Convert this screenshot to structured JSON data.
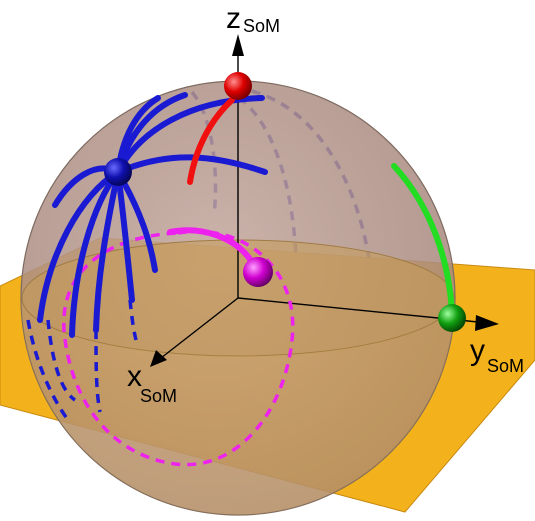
{
  "axes": {
    "z": {
      "main": "z",
      "sub": "SoM"
    },
    "y": {
      "main": "y",
      "sub": "SoM"
    },
    "x": {
      "main": "x",
      "sub": "SoM"
    }
  },
  "colors": {
    "sphere": "#b2948a",
    "sphere_edge": "#7d6a60",
    "plane": "#f3b21c",
    "plane_edge": "#c88a10",
    "family_blue": "#1a1ad2",
    "arc_red": "#f01010",
    "arc_green": "#22dd22",
    "arc_magenta": "#ee22ee",
    "axis": "#000000"
  },
  "markers": [
    {
      "name": "red-sphere-marker",
      "color": "#e00000"
    },
    {
      "name": "blue-sphere-marker",
      "color": "#1010b0"
    },
    {
      "name": "magenta-sphere-marker",
      "color": "#cc00cc"
    },
    {
      "name": "green-sphere-marker",
      "color": "#10a010"
    }
  ]
}
